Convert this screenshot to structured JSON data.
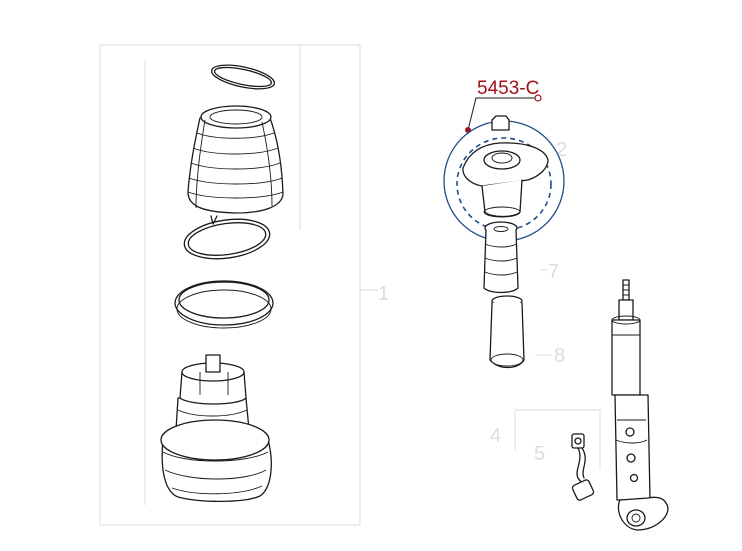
{
  "callout": {
    "label": "5453-C",
    "color": "#a0121c"
  },
  "highlight": {
    "ring_color": "#1f4e8c"
  },
  "faded_part_numbers": [
    "1",
    "2",
    "7",
    "8",
    "4",
    "5"
  ],
  "icons": [
    "spring-ring",
    "air-bellows",
    "air-spring-piston",
    "top-mount",
    "bump-stop",
    "dust-cover",
    "shock-absorber",
    "sensor-cable"
  ]
}
